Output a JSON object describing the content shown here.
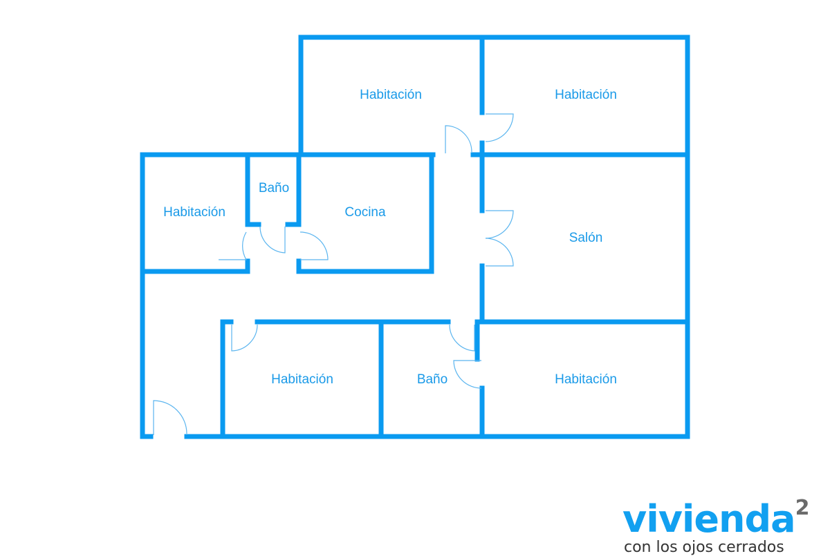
{
  "colors": {
    "wall": "#0a9af0",
    "door": "#5bb5ef",
    "label": "#1a9ae8"
  },
  "rooms": [
    {
      "name": "Habitación"
    },
    {
      "name": "Habitación"
    },
    {
      "name": "Habitación"
    },
    {
      "name": "Baño"
    },
    {
      "name": "Cocina"
    },
    {
      "name": "Salón"
    },
    {
      "name": "Habitación"
    },
    {
      "name": "Baño"
    },
    {
      "name": "Habitación"
    }
  ],
  "logo": {
    "brand": "vivienda",
    "superscript": "2",
    "tagline": "con los ojos cerrados"
  }
}
